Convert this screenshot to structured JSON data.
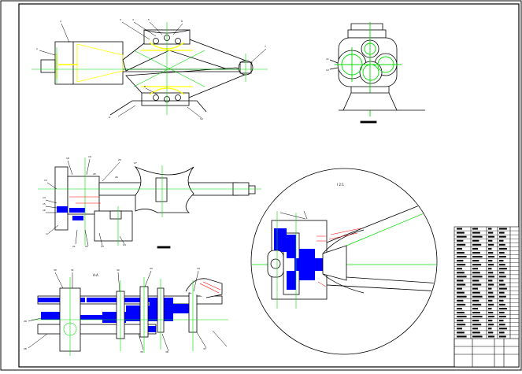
{
  "drawing": {
    "colors": {
      "background": "#ffffff",
      "outline": "#000000",
      "centerline": "#00dd00",
      "section_fill": "#0000ff",
      "highlight": "#ffff00",
      "hidden_line": "#ff0000"
    }
  },
  "callouts": {
    "side_view": [
      "1",
      "2",
      "3",
      "4",
      "5",
      "6",
      "7",
      "8",
      "9",
      "10"
    ],
    "front_view": [
      "11",
      "12"
    ],
    "plan_view": [
      "13",
      "14",
      "15",
      "16",
      "17",
      "18",
      "19",
      "20",
      "21",
      "22",
      "23",
      "24",
      "25",
      "26",
      "27"
    ],
    "bottom_section": [
      "28",
      "29",
      "30",
      "31",
      "32",
      "33",
      "34",
      "35",
      "36",
      "37"
    ]
  },
  "labels": {
    "detail_title": "I 2:1",
    "section_mark": "A-A"
  },
  "title_block": {
    "rows": 28
  }
}
